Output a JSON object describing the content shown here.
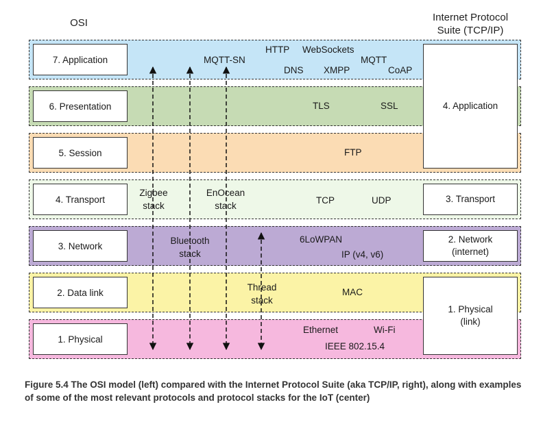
{
  "headers": {
    "osi": "OSI",
    "tcpip": "Internet Protocol\nSuite (TCP/IP)"
  },
  "colors": {
    "application": "#c5e5f7",
    "presentation": "#c6dbb4",
    "session": "#fbdcb4",
    "transport": "#eef8e8",
    "network": "#bcaad4",
    "datalink": "#fbf3a6",
    "physical": "#f6b8de"
  },
  "osi_layers": [
    {
      "label": "7. Application"
    },
    {
      "label": "6. Presentation"
    },
    {
      "label": "5. Session"
    },
    {
      "label": "4. Transport"
    },
    {
      "label": "3. Network"
    },
    {
      "label": "2. Data link"
    },
    {
      "label": "1. Physical"
    }
  ],
  "tcpip_layers": [
    {
      "label": "4. Application"
    },
    {
      "label": "3. Transport"
    },
    {
      "label": "2. Network\n(internet)"
    },
    {
      "label": "1. Physical\n(link)"
    }
  ],
  "protocols": {
    "http": "HTTP",
    "websockets": "WebSockets",
    "mqtt_sn": "MQTT-SN",
    "mqtt": "MQTT",
    "dns": "DNS",
    "xmpp": "XMPP",
    "coap": "CoAP",
    "tls": "TLS",
    "ssl": "SSL",
    "ftp": "FTP",
    "tcp": "TCP",
    "udp": "UDP",
    "sixlowpan": "6LoWPAN",
    "ip": "IP (v4, v6)",
    "mac": "MAC",
    "ethernet": "Ethernet",
    "wifi": "Wi-Fi",
    "ieee": "IEEE 802.15.4"
  },
  "stacks": {
    "zigbee": "Zigbee\nstack",
    "enocean": "EnOcean\nstack",
    "bluetooth": "Bluetooth\nstack",
    "thread": "Thread\nstack"
  },
  "caption": "Figure 5.4   The OSI model (left) compared with the Internet Protocol Suite (aka TCP/IP, right), along with examples of some of the most relevant protocols and protocol stacks for the IoT (center)"
}
